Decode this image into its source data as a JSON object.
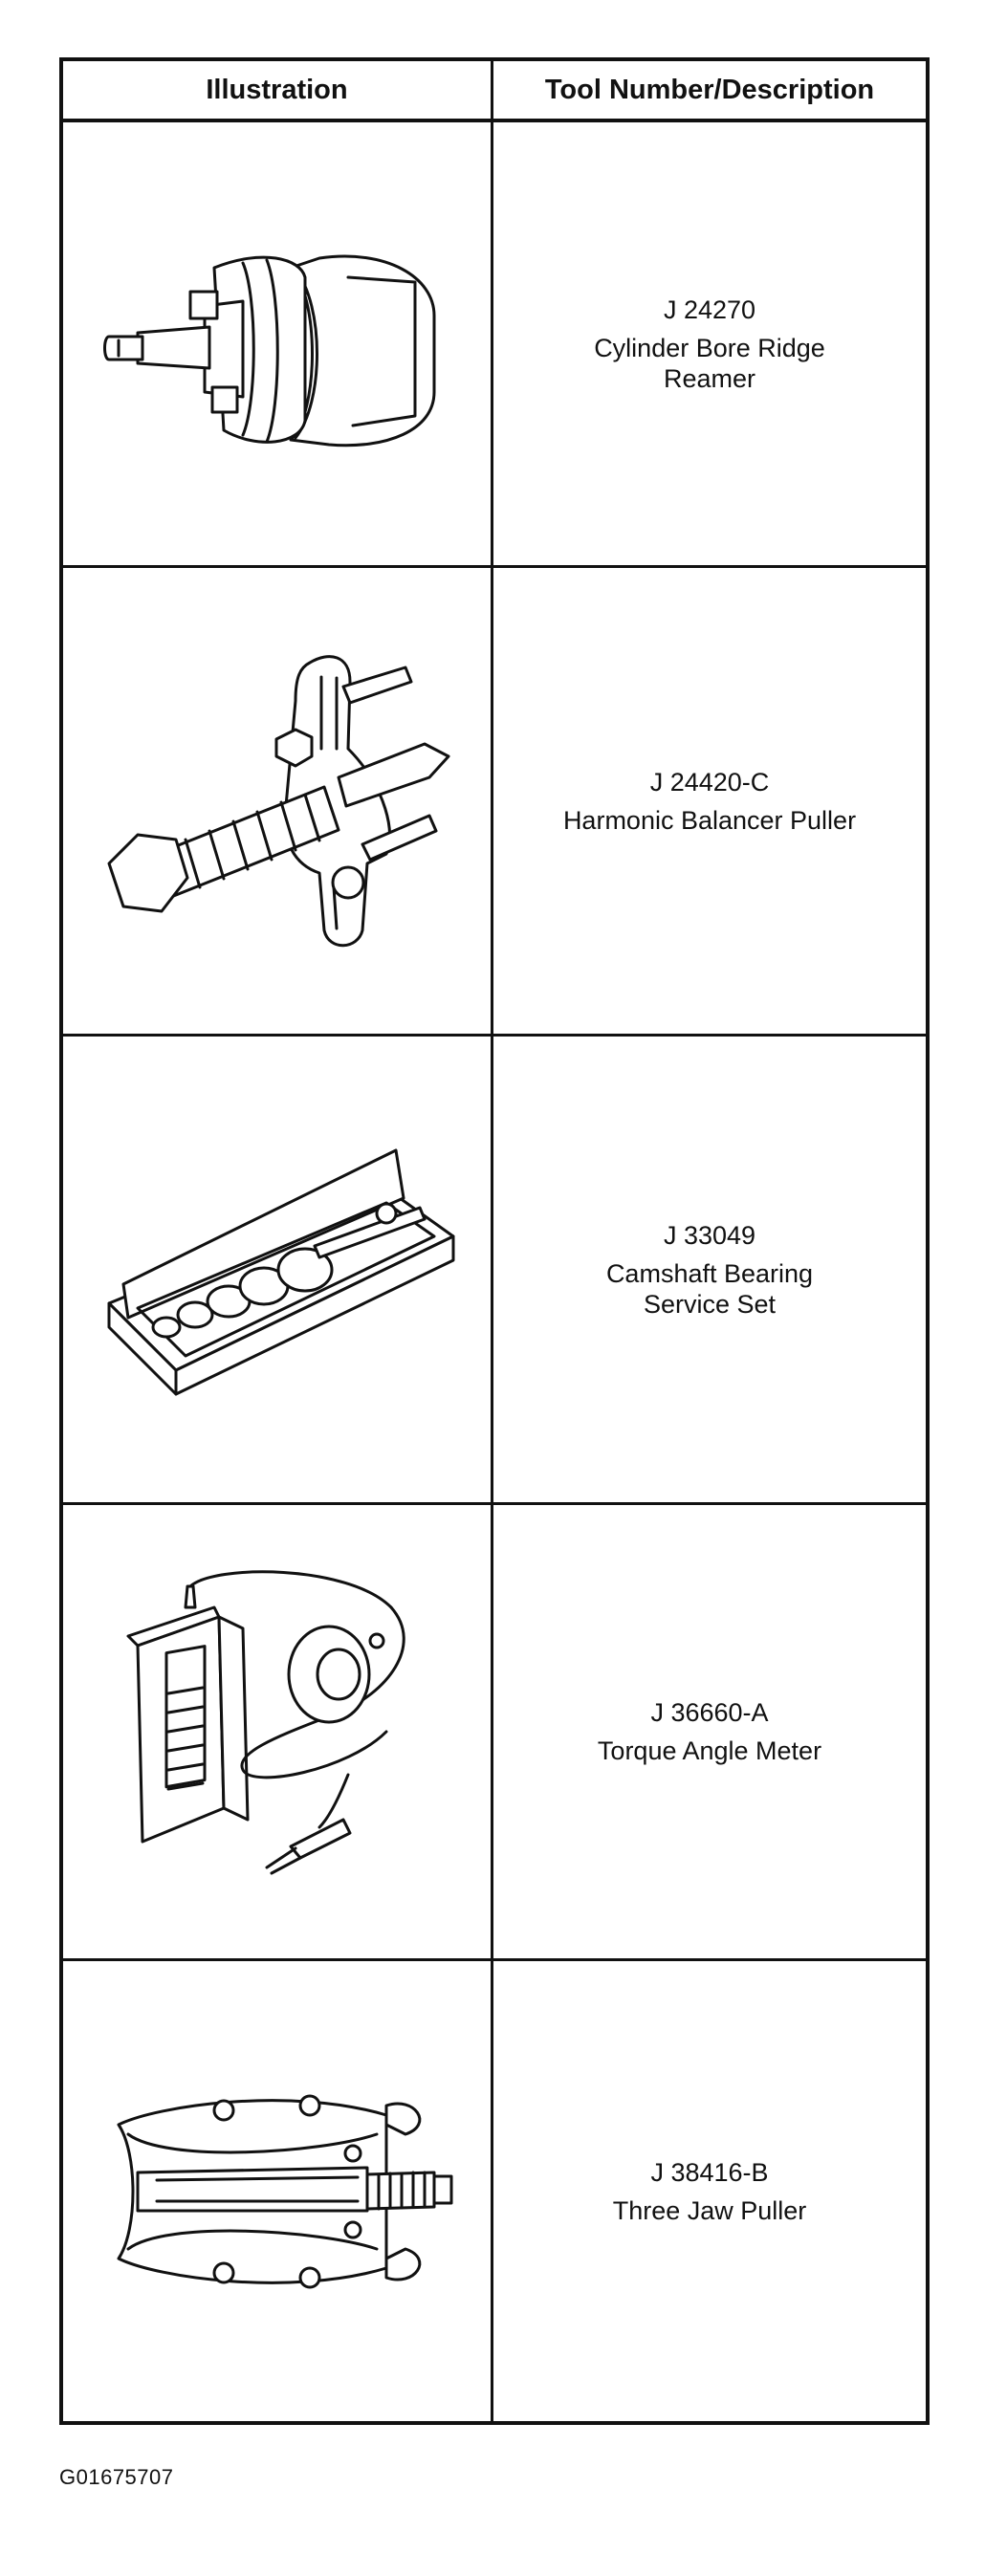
{
  "table": {
    "headers": {
      "illustration": "Illustration",
      "description": "Tool Number/Description"
    },
    "rows": [
      {
        "number": "J 24270",
        "description": "Cylinder Bore Ridge Reamer",
        "icon": "ridge-reamer-icon"
      },
      {
        "number": "J 24420-C",
        "description": "Harmonic Balancer Puller",
        "icon": "balancer-puller-icon"
      },
      {
        "number": "J 33049",
        "description": "Camshaft Bearing Service Set",
        "icon": "bearing-set-icon"
      },
      {
        "number": "J 36660-A",
        "description": "Torque Angle Meter",
        "icon": "torque-meter-icon"
      },
      {
        "number": "J 38416-B",
        "description": "Three Jaw Puller",
        "icon": "jaw-puller-icon"
      }
    ]
  },
  "figure_id": "G01675707"
}
